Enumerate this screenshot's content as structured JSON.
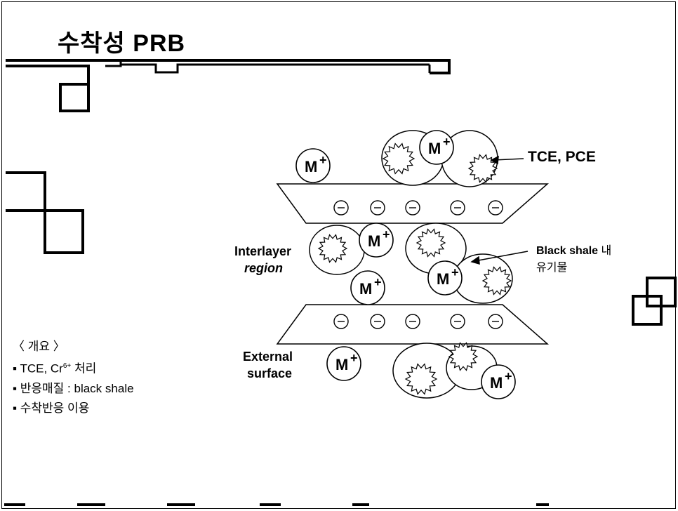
{
  "title": "수착성 PRB",
  "summary": {
    "heading": "〈 개요 〉",
    "items": [
      {
        "bullet": "▪",
        "text": "TCE, Cr",
        "sup": "6+",
        "after": " 처리"
      },
      {
        "bullet": "▪",
        "text": "반응매질 : black shale",
        "sup": "",
        "after": ""
      },
      {
        "bullet": "▪",
        "text": "수착반응 이용",
        "sup": "",
        "after": ""
      }
    ]
  },
  "diagram": {
    "label_tce_pce": "TCE, PCE",
    "label_interlayer_1": "Interlayer",
    "label_interlayer_2": "region",
    "label_external_1": "External",
    "label_external_2": "surface",
    "label_black_shale": "Black shale",
    "label_black_shale_suffix": " 내",
    "label_organic": "유기물",
    "cation_symbol": "M",
    "cation_charge": "+",
    "anion_symbol": "⊖",
    "cations": [
      {
        "id": "cation-top-left"
      },
      {
        "id": "cation-top-cluster"
      },
      {
        "id": "cation-interlayer-left"
      },
      {
        "id": "cation-interlayer-mid"
      },
      {
        "id": "cation-interlayer-right"
      },
      {
        "id": "cation-external-left"
      },
      {
        "id": "cation-external-right"
      }
    ],
    "anions_upper_count": 5,
    "anions_lower_count": 5
  },
  "colors": {
    "line": "#000000",
    "background": "#ffffff"
  }
}
